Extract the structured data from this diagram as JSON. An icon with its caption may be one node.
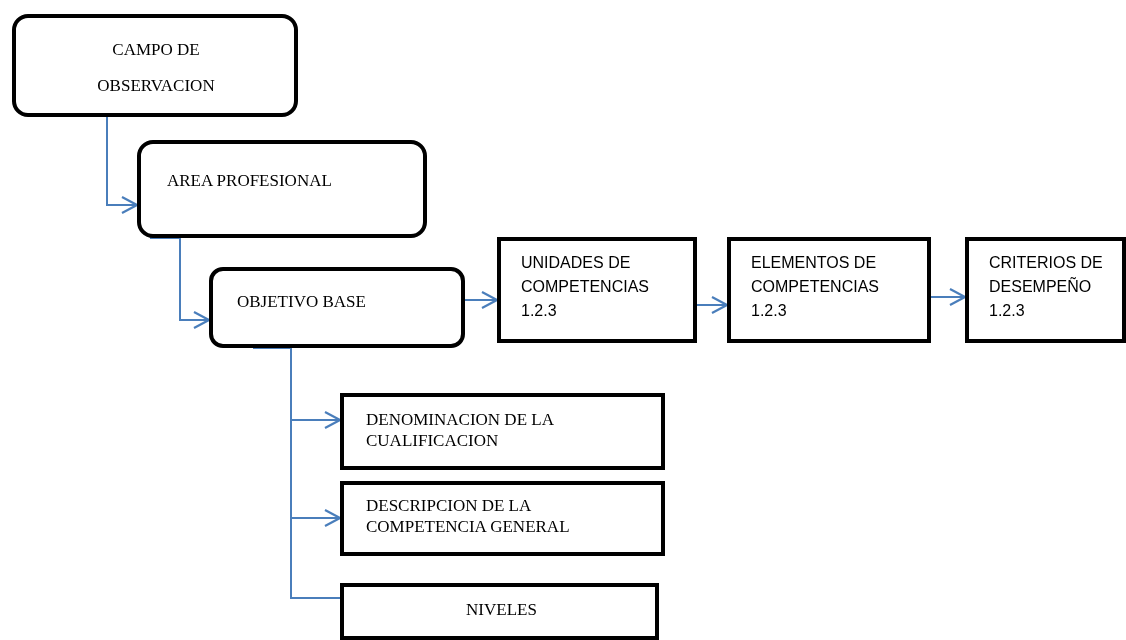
{
  "diagram": {
    "nodes": [
      {
        "text": [
          "CAMPO DE OBSERVACION"
        ]
      },
      {
        "text": [
          "AREA PROFESIONAL"
        ]
      },
      {
        "text": [
          "OBJETIVO BASE"
        ]
      },
      {
        "text": [
          "UNIDADES DE COMPETENCIAS 1.2.3"
        ]
      },
      {
        "text": [
          "ELEMENTOS DE COMPETENCIAS 1.2.3"
        ]
      },
      {
        "text": [
          "CRITERIOS DE DESEMPEÑO 1.2.3"
        ]
      },
      {
        "text": [
          "DENOMINACION DE LA CUALIFICACION"
        ]
      },
      {
        "text": [
          "DESCRIPCION DE LA COMPETENCIA GENERAL"
        ]
      },
      {
        "text": [
          "NIVELES"
        ]
      }
    ],
    "edges": [
      {
        "from": 0,
        "to": 1,
        "arrow": "to"
      },
      {
        "from": 1,
        "to": 2,
        "arrow": "to"
      },
      {
        "from": 2,
        "to": 3,
        "arrow": "to"
      },
      {
        "from": 3,
        "to": 4,
        "arrow": "to"
      },
      {
        "from": 4,
        "to": 5,
        "arrow": "to"
      },
      {
        "from": 2,
        "to": 6,
        "arrow": "to"
      },
      {
        "from": 2,
        "to": 7,
        "arrow": "to"
      },
      {
        "from": 2,
        "to": 8,
        "arrow": "none"
      }
    ]
  }
}
